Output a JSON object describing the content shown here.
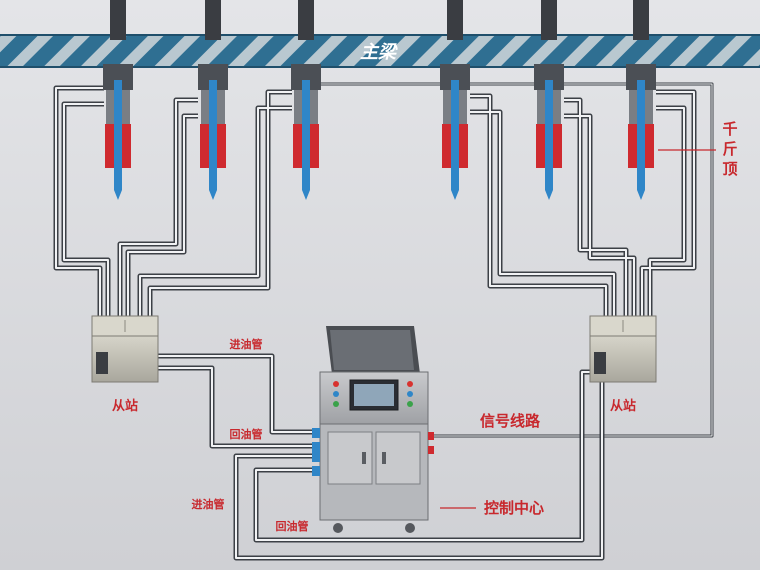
{
  "beam": {
    "label": "主梁"
  },
  "jack": {
    "label_chars": [
      "千",
      "斤",
      "顶"
    ]
  },
  "substations": {
    "left_label": "从站",
    "right_label": "从站"
  },
  "pipes": {
    "feed_top": "进油管",
    "return_top": "回油管",
    "feed_bottom": "进油管",
    "return_bottom": "回油管"
  },
  "signal": {
    "label": "信号线路"
  },
  "control": {
    "label": "控制中心"
  },
  "colors": {
    "beam_blue": "#2f6f92",
    "piston_blue": "#2f86c8",
    "cylinder_red": "#cf2a2f",
    "label_red": "#c8282d",
    "pipe_dark": "#3c4046",
    "background": "#dcdde0"
  }
}
